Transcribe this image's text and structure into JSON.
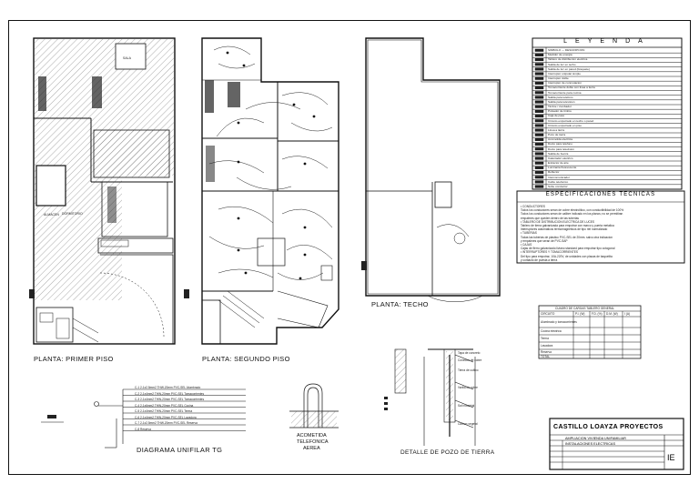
{
  "titles": {
    "first_floor": "PLANTA: PRIMER PISO",
    "second_floor": "PLANTA: SEGUNDO PISO",
    "roof": "PLANTA: TECHO",
    "unifilar": "DIAGRAMA UNIFILAR TG",
    "acometida_1": "ACOMETIDA",
    "acometida_2": "TELEFONICA",
    "acometida_3": "AEREA",
    "pozo": "DETALLE DE POZO DE TIERRA"
  },
  "legend": {
    "title": "LEYENDA",
    "rows": [
      "SIMBOLO — DESCRIPCION",
      "Medidor de energia",
      "Tablero de distribucion electrica",
      "Salida de luz en techo",
      "Salida de luz en pared (braquete)",
      "Interruptor unipolar simple",
      "Interruptor doble",
      "Interruptor de conmutacion",
      "Tomacorriente doble con linea a tierra",
      "Tomacorriente para cocina",
      "Salida para telefono",
      "Salida para television",
      "Timbre / zumbador",
      "Pulsador de timbre",
      "Caja de paso",
      "Circuito empotrado en techo o pared",
      "Circuito empotrado en piso",
      "Linea a tierra",
      "Pozo de tierra",
      "Acometida electrica",
      "Ducto para telefono",
      "Ducto para television",
      "Salida de fuerza",
      "Calentador electrico",
      "Extractor de aire",
      "Luminaria fluorescente",
      "Reflector",
      "Intercomunicador",
      "Cable telefonico",
      "Sube conductor"
    ]
  },
  "specs": {
    "title": "ESPECIFICACIONES TECNICAS",
    "lines": [
      "• CONDUCTORES",
      "Todos los conductores seran de cobre electrolitico, con conductibilidad de 100%",
      "Todos los conductores seran de calibre indicado en los planos; no se permitiran",
      "empalmes que queden dentro de las tuberias",
      "• TABLERO DE DISTRIBUCION ELECTRICA DE LUCES",
      "Tablero de tierra galvanizada para empotrar con marco y puerta metalica",
      "Interruptores automaticos termomagneticos de tipo riel normalizado",
      "• TUBERIAS",
      "Todas las tuberias de plastico PVC-SEL de 20mm. salvo otra indicacion",
      "y empalmes que seran de PVC-SAP",
      "• CAJAS",
      "Cajas de fierro galvanizado liviano standard para empotrar tipo octogonal",
      "• INTERRUPTORES Y TOMACORRIENTES",
      "Del tipo para empotrar, 10A-220V, de unidades con placas de baquelita",
      "y contacto de puesta a tierra"
    ]
  },
  "load_table": {
    "caption": "CUADRO DE CARGAS TABLERO GENERAL",
    "headers": [
      "CIRCUITO",
      "P.I. (W)",
      "F.D. (%)",
      "D.M. (W)",
      "I (A)"
    ],
    "rows": [
      [
        "Alumbrado y tomacorrientes",
        "",
        "",
        "",
        ""
      ],
      [
        "Cocina electrica",
        "",
        "",
        "",
        ""
      ],
      [
        "Terma",
        "",
        "",
        "",
        ""
      ],
      [
        "Lavadora",
        "",
        "",
        "",
        ""
      ],
      [
        "Reserva",
        "",
        "",
        "",
        ""
      ],
      [
        "TOTAL",
        "",
        "",
        "",
        ""
      ]
    ]
  },
  "pozo_notes": [
    "Tapa de concreto",
    "Conector de cobre",
    "Tierra de cultivo",
    "Varilla de cobre",
    "Sal industrial",
    "Carbon vegetal"
  ],
  "unifilar_circuits": [
    "C-1 2-1x2.5mm2 THW-20mm PVC-SEL Alumbrado",
    "C-2 2-1x4mm2 THW-20mm PVC-SEL Tomacorrientes",
    "C-3 2-1x4mm2 THW-20mm PVC-SEL Tomacorrientes",
    "C-4 2-1x6mm2 THW-20mm PVC-SEL Cocina",
    "C-5 2-1x4mm2 THW-20mm PVC-SEL Terma",
    "C-6 2-1x4mm2 THW-20mm PVC-SEL Lavadora",
    "C-7 2-1x2.5mm2 THW-20mm PVC-SEL Reserva",
    "C-8 Reserva"
  ],
  "title_block": {
    "company": "CASTILLO LOAYZA PROYECTOS",
    "project": "AMPLIACION VIVIENDA UNIFAMILIAR",
    "content": "INSTALACIONES ELECTRICAS",
    "code": "IE"
  }
}
